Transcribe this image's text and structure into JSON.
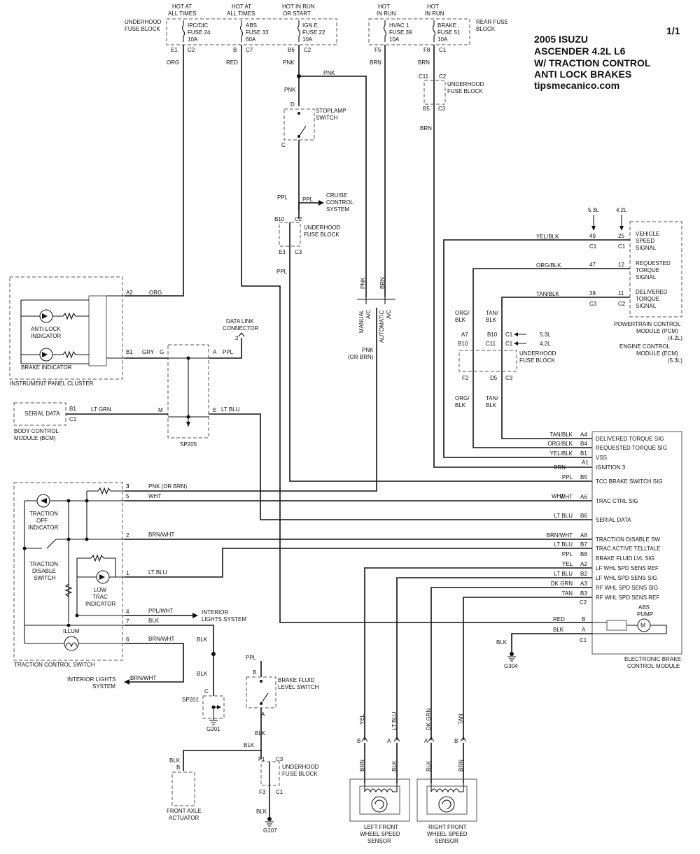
{
  "title": {
    "line1": "2005 ISUZU",
    "line2": "ASCENDER  4.2L L6",
    "line3": "W/   TRACTION CONTROL",
    "line4": "ANTI LOCK BRAKES",
    "site": "tipsmecanico.com",
    "page": "1/1"
  },
  "power": {
    "hot_at_all_times": "HOT AT ALL TIMES",
    "hot_run_start": "HOT IN RUN OR START",
    "hot_in_run": "HOT IN RUN",
    "underhood_fuse_block": "UNDERHOOD FUSE BLOCK",
    "rear_fuse_block": "REAR FUSE BLOCK",
    "fuses": [
      {
        "name": "IPC/DIC",
        "num": "FUSE 24",
        "amp": "10A"
      },
      {
        "name": "ABS",
        "num": "FUSE 33",
        "amp": "60A"
      },
      {
        "name": "IGN E",
        "num": "FUSE 22",
        "amp": "10A"
      },
      {
        "name": "HVAC 1",
        "num": "FUSE 39",
        "amp": "10A"
      },
      {
        "name": "BRAKE",
        "num": "FUSE 51",
        "amp": "10A"
      }
    ],
    "pins": {
      "e1": "E1",
      "c2": "C2",
      "b": "B",
      "c7": "C7",
      "b6": "B6",
      "f5": "F5",
      "f8": "F8",
      "c1": "C1",
      "c11": "C11",
      "b5": "B5",
      "c3": "C3"
    }
  },
  "wires": {
    "org": "ORG",
    "red": "RED",
    "pnk": "PNK",
    "brn": "BRN",
    "ppl": "PPL",
    "gry": "GRY",
    "lt_grn": "LT GRN",
    "lt_blu": "LT BLU",
    "wht": "WHT",
    "blk": "BLK",
    "yel": "YEL",
    "dk_grn": "DK GRN",
    "tan": "TAN",
    "yel_blk": "YEL/BLK",
    "org_blk": "ORG/BLK",
    "tan_blk": "TAN/BLK",
    "brn_wht": "BRN/WHT",
    "ppl_wht": "PPL/WHT",
    "pnk_or_brn": "PNK (OR BRN)",
    "pnk_or_brn_paren": "PNK (OR BRN)"
  },
  "components": {
    "stoplamp_switch": "STOPLAMP SWITCH",
    "cruise": "CRUISE CONTROL SYSTEM",
    "underhood_fuse_block": "UNDERHOOD FUSE BLOCK",
    "manual_ac": "MANUAL A/C",
    "automatic_ac": "AUTOMATIC A/C",
    "anti_lock_indicator": "ANTI-LOCK INDICATOR",
    "brake_indicator": "BRAKE INDICATOR",
    "instrument_panel_cluster": "INSTRUMENT PANEL CLUSTER",
    "data_link_connector": "DATA LINK CONNECTOR",
    "serial_data": "SERIAL DATA",
    "bcm": "BODY CONTROL MODULE (BCM)",
    "sp205": "SP205",
    "traction_off_indicator": "TRACTION OFF INDICATOR",
    "traction_disable_switch": "TRACTION DISABLE SWITCH",
    "low_trac_indicator": "LOW TRAC INDICATOR",
    "illum": "ILLUM",
    "traction_control_switch": "TRACTION CONTROL SWITCH",
    "interior_lights_system": "INTERIOR LIGHTS SYSTEM",
    "sp201": "SP201",
    "g201": "G201",
    "brake_fluid_level_switch": "BRAKE FLUID LEVEL SWITCH",
    "front_axle_actuator": "FRONT AXLE ACTUATOR",
    "g107": "G107",
    "g304": "G304",
    "left_wss": "LEFT FRONT WHEEL SPEED SENSOR",
    "right_wss": "RIGHT FRONT WHEEL SPEED SENSOR",
    "abs_pump": "ABS PUMP",
    "ebcm": "ELECTRONIC BRAKE CONTROL MODULE",
    "pcm": "POWERTRAIN CONTROL MODULE (PCM) (4.2L)",
    "ecm": "ENGINE CONTROL MODULE (ECM) (5.3L)",
    "l53": "5.3L",
    "l42": "4.2L"
  },
  "pcm_signals": [
    "VEHICLE SPEED SIGNAL",
    "REQUESTED TORQUE SIGNAL",
    "DELIVERED TORQUE SIGNAL"
  ],
  "ebcm_signals": [
    {
      "wire": "TAN/BLK",
      "pin": "A4",
      "label": "DELIVERED TORQUE SIG"
    },
    {
      "wire": "ORG/BLK",
      "pin": "B4",
      "label": "REQUESTED TORQUE SIG"
    },
    {
      "wire": "YEL/BLK",
      "pin": "B1",
      "label": "VSS"
    },
    {
      "wire": "BRN",
      "pin": "A1",
      "label": "IGNITION 3"
    },
    {
      "wire": "PPL",
      "pin": "B5",
      "label": "TCC BRAKE SWITCH SIG"
    },
    {
      "wire": "WHT",
      "pin": "A6",
      "label": "TRAC CTRL SIG"
    },
    {
      "wire": "LT BLU",
      "pin": "B6",
      "label": "SERIAL DATA"
    },
    {
      "wire": "BRN/WHT",
      "pin": "A8",
      "label": "TRACTION DISABLE SW"
    },
    {
      "wire": "LT BLU",
      "pin": "B7",
      "label": "TRAC ACTIVE TELLTALE"
    },
    {
      "wire": "PPL",
      "pin": "B8",
      "label": "BRAKE FLUID LVL SIG"
    },
    {
      "wire": "YEL",
      "pin": "A2",
      "label": "LF WHL SPD SENS REF"
    },
    {
      "wire": "LT BLU",
      "pin": "B2",
      "label": "LF WHL SPD SENS SIG"
    },
    {
      "wire": "DK GRN",
      "pin": "A3",
      "label": "RF WHL SPD SENS SIG"
    },
    {
      "wire": "TAN",
      "pin": "B3",
      "label": "RF WHL SPD SENS REF"
    }
  ]
}
